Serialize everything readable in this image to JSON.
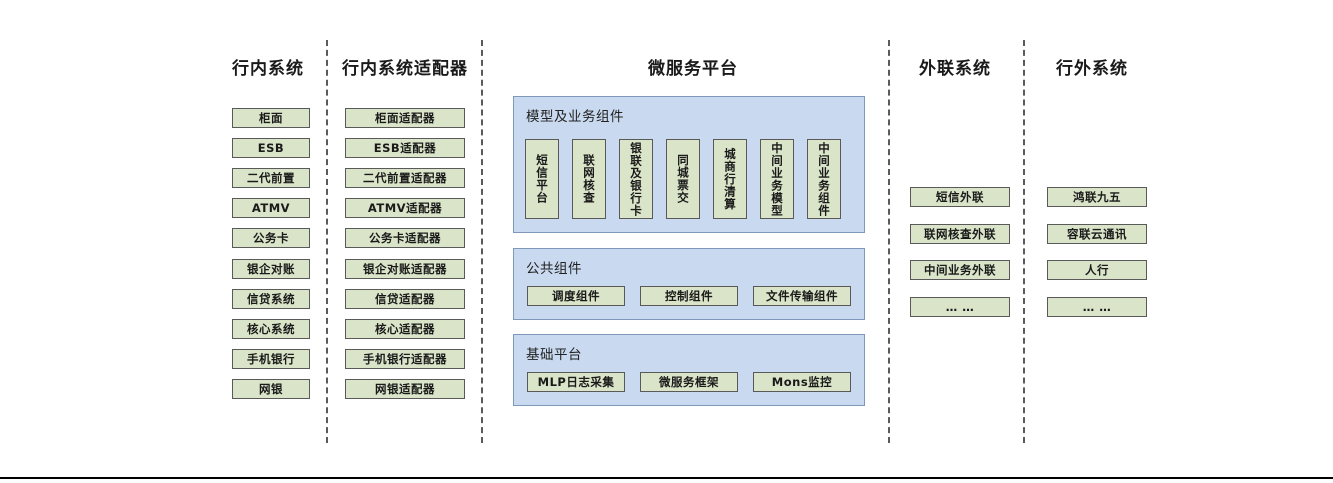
{
  "columns": [
    {
      "id": "in-bank-systems",
      "title": "行内系统",
      "items": [
        "柜面",
        "ESB",
        "二代前置",
        "ATMV",
        "公务卡",
        "银企对账",
        "信贷系统",
        "核心系统",
        "手机银行",
        "网银"
      ]
    },
    {
      "id": "in-bank-adapters",
      "title": "行内系统适配器",
      "items": [
        "柜面适配器",
        "ESB适配器",
        "二代前置适配器",
        "ATMV适配器",
        "公务卡适配器",
        "银企对账适配器",
        "信贷适配器",
        "核心适配器",
        "手机银行适配器",
        "网银适配器"
      ]
    },
    {
      "id": "external-link-systems",
      "title": "外联系统",
      "items": [
        "短信外联",
        "联网核查外联",
        "中间业务外联",
        "… …"
      ]
    },
    {
      "id": "out-bank-systems",
      "title": "行外系统",
      "items": [
        "鸿联九五",
        "容联云通讯",
        "人行",
        "… …"
      ]
    }
  ],
  "platform": {
    "title": "微服务平台",
    "groups": [
      {
        "id": "model-business-components",
        "title": "模型及业务组件",
        "orientation": "vertical",
        "items": [
          "短信平台",
          "联网核查",
          "银联及银行卡",
          "同城票交",
          "城商行清算",
          "中间业务模型",
          "中间业务组件"
        ]
      },
      {
        "id": "public-components",
        "title": "公共组件",
        "orientation": "horizontal",
        "items": [
          "调度组件",
          "控制组件",
          "文件传输组件"
        ]
      },
      {
        "id": "base-platform",
        "title": "基础平台",
        "orientation": "horizontal",
        "items": [
          "MLP日志采集",
          "微服务框架",
          "Mons监控"
        ]
      }
    ]
  },
  "colors": {
    "node_fill": "#d9e4c8",
    "node_border": "#595959",
    "panel_fill": "#c9daf0",
    "panel_border": "#7d98b8",
    "separator": "#5a5a5a",
    "text": "#1a1a1a"
  }
}
